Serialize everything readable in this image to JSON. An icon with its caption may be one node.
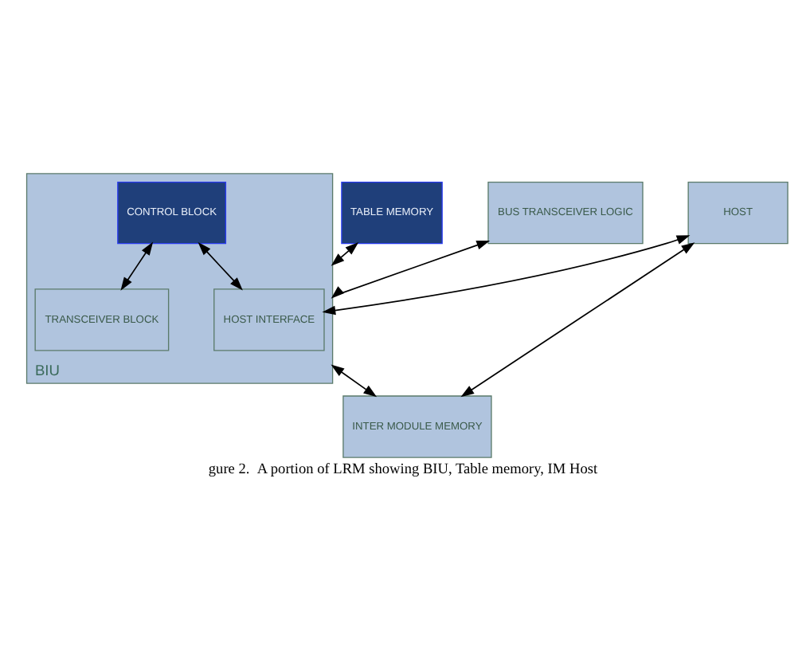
{
  "diagram": {
    "caption": "gure 2.  A portion of LRM showing BIU, Table memory, IM Host",
    "nodes": [
      {
        "text": [
          "HOST"
        ]
      },
      {
        "text": [
          "BIU"
        ]
      },
      {
        "text": [
          "HOST INTERFACE"
        ],
        "in": 1
      },
      {
        "text": [
          "CONTROL BLOCK"
        ],
        "in": 1
      },
      {
        "text": [
          "TRANSCEIVER BLOCK"
        ],
        "in": 1
      },
      {
        "text": [
          "TABLE MEMORY"
        ]
      },
      {
        "text": [
          "BUS TRANSCEIVER LOGIC"
        ]
      },
      {
        "text": [
          "INTER MODULE MEMORY"
        ]
      }
    ],
    "edges": [
      {
        "from": 0,
        "to": 2,
        "arrow": "both"
      },
      {
        "from": 0,
        "to": 7,
        "arrow": "both"
      },
      {
        "from": 3,
        "to": 2,
        "arrow": "both"
      },
      {
        "from": 3,
        "to": 4,
        "arrow": "both"
      },
      {
        "from": 5,
        "to": 1,
        "arrow": "both"
      },
      {
        "from": 6,
        "to": 1,
        "arrow": "both"
      },
      {
        "from": 1,
        "to": 7,
        "arrow": "both"
      }
    ]
  }
}
